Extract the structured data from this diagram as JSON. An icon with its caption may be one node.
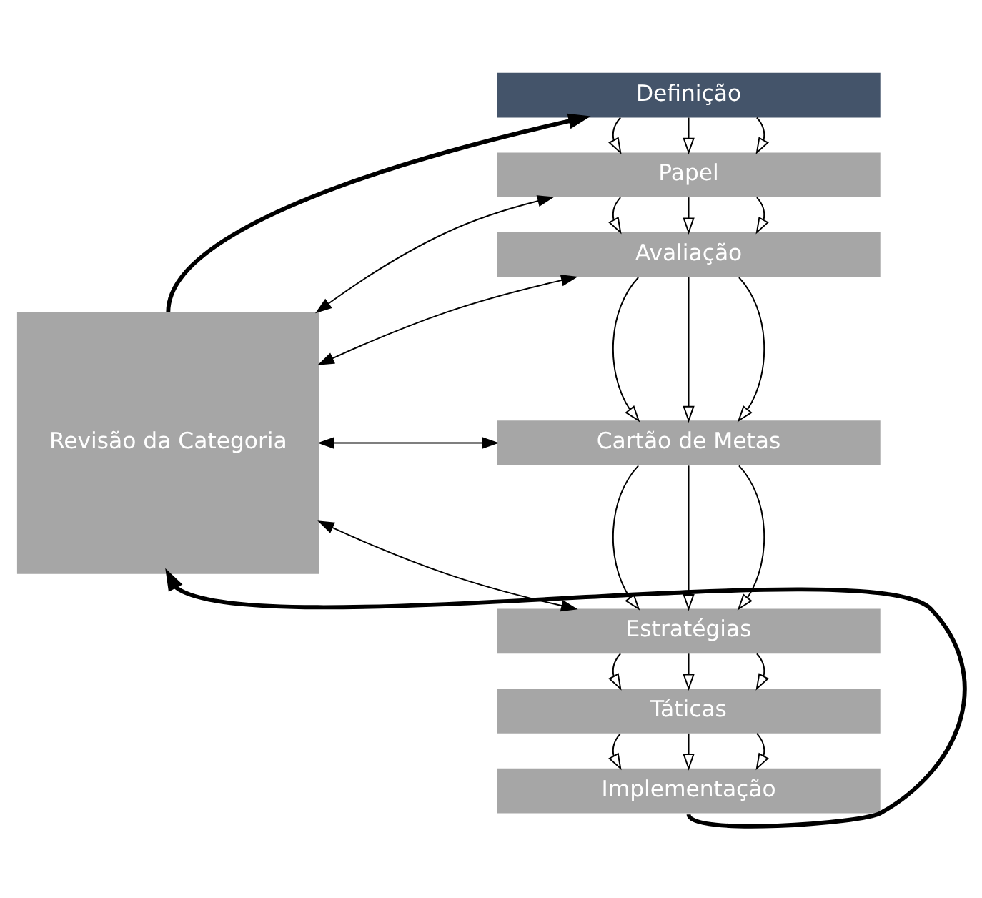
{
  "diagram": {
    "nodes": [
      {
        "text": [
          "Revisão da Categoria"
        ]
      },
      {
        "text": [
          "Definição"
        ]
      },
      {
        "text": [
          "Papel"
        ]
      },
      {
        "text": [
          "Avaliação"
        ]
      },
      {
        "text": [
          "Cartão de Metas"
        ]
      },
      {
        "text": [
          "Estratégias"
        ]
      },
      {
        "text": [
          "Táticas"
        ]
      },
      {
        "text": [
          "Implementação"
        ]
      }
    ],
    "edges": [
      {
        "from": 0,
        "to": 1,
        "arrow": "to",
        "style": "thick"
      },
      {
        "from": 1,
        "to": 2,
        "arrow": "to"
      },
      {
        "from": 1,
        "to": 2,
        "arrow": "to"
      },
      {
        "from": 1,
        "to": 2,
        "arrow": "to"
      },
      {
        "from": 2,
        "to": 3,
        "arrow": "to"
      },
      {
        "from": 2,
        "to": 3,
        "arrow": "to"
      },
      {
        "from": 2,
        "to": 3,
        "arrow": "to"
      },
      {
        "from": 3,
        "to": 4,
        "arrow": "to"
      },
      {
        "from": 3,
        "to": 4,
        "arrow": "to"
      },
      {
        "from": 3,
        "to": 4,
        "arrow": "to"
      },
      {
        "from": 4,
        "to": 5,
        "arrow": "to"
      },
      {
        "from": 4,
        "to": 5,
        "arrow": "to"
      },
      {
        "from": 4,
        "to": 5,
        "arrow": "to"
      },
      {
        "from": 5,
        "to": 6,
        "arrow": "to"
      },
      {
        "from": 5,
        "to": 6,
        "arrow": "to"
      },
      {
        "from": 5,
        "to": 6,
        "arrow": "to"
      },
      {
        "from": 6,
        "to": 7,
        "arrow": "to"
      },
      {
        "from": 6,
        "to": 7,
        "arrow": "to"
      },
      {
        "from": 6,
        "to": 7,
        "arrow": "to"
      },
      {
        "from": 0,
        "to": 2,
        "arrow": "both"
      },
      {
        "from": 0,
        "to": 3,
        "arrow": "both"
      },
      {
        "from": 0,
        "to": 4,
        "arrow": "both"
      },
      {
        "from": 0,
        "to": 5,
        "arrow": "both"
      },
      {
        "from": 7,
        "to": 0,
        "arrow": "to",
        "style": "thick"
      }
    ]
  }
}
